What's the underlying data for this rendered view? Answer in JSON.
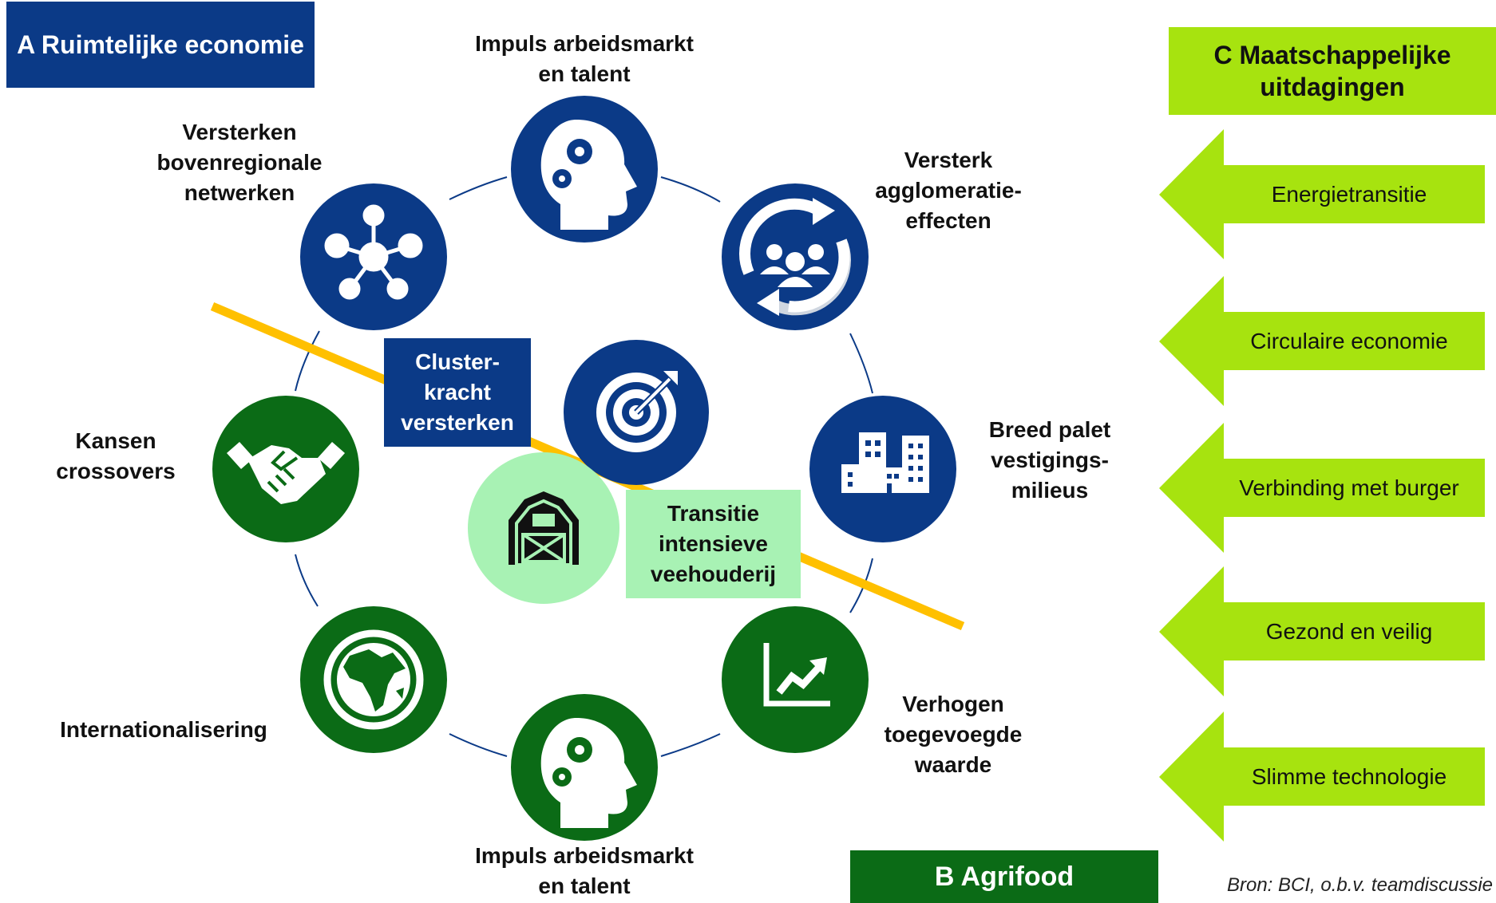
{
  "colors": {
    "blue": "#0b3a87",
    "green": "#0b6b16",
    "light_green": "#a8f2b4",
    "lime": "#a7e30f",
    "yellow": "#ffc000"
  },
  "title_a": "A Ruimtelijke economie",
  "title_b": "B Agrifood",
  "title_c": "C Maatschappelijke uitdagingen",
  "center_blue": "Cluster-\nkracht\nversterken",
  "center_green": "Transitie\nintensieve\nveehouderij",
  "nodes": [
    {
      "label": "Impuls arbeidsmarkt\nen talent",
      "icon": "head-gears-icon",
      "color": "blue"
    },
    {
      "label": "Versterk\nagglomeratie-\neffecten",
      "icon": "people-cycle-icon",
      "color": "blue"
    },
    {
      "label": "Breed palet\nvestigings-\nmilieus",
      "icon": "buildings-icon",
      "color": "blue"
    },
    {
      "label": "Verhogen\ntoegevoegde\nwaarde",
      "icon": "rising-chart-icon",
      "color": "green"
    },
    {
      "label": "Impuls arbeidsmarkt\nen talent",
      "icon": "head-gears-icon",
      "color": "green"
    },
    {
      "label": "Internationalisering",
      "icon": "globe-icon",
      "color": "green"
    },
    {
      "label": "Kansen\ncrossovers",
      "icon": "handshake-icon",
      "color": "green"
    },
    {
      "label": "Versterken\nbovenregionale\nnetwerken",
      "icon": "network-icon",
      "color": "blue"
    }
  ],
  "center_icons": [
    "target-icon",
    "barn-icon"
  ],
  "challenges": [
    "Energietransitie",
    "Circulaire economie",
    "Verbinding met burger",
    "Gezond en veilig",
    "Slimme technologie"
  ],
  "source": "Bron: BCI, o.b.v. teamdiscussie"
}
